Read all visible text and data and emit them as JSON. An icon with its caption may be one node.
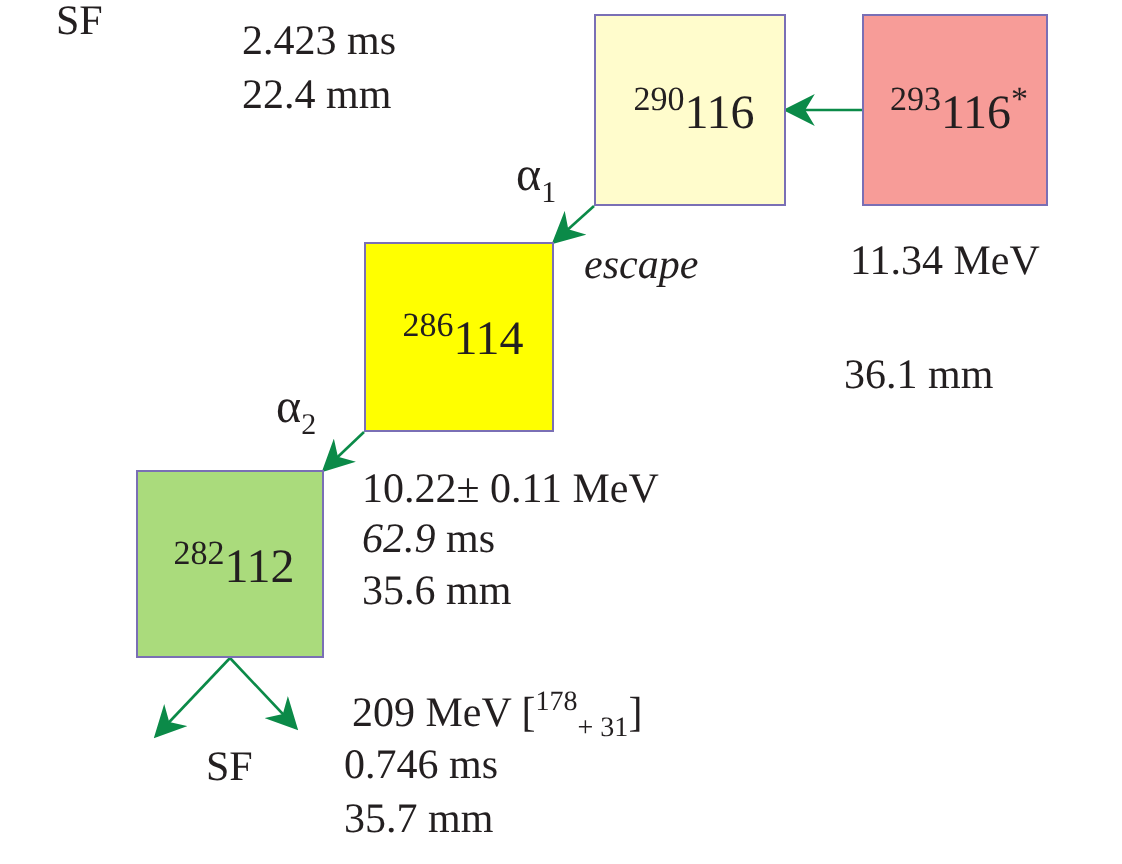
{
  "diagram": {
    "nodes": [
      {
        "text": [
          "$^{290}$116"
        ]
      },
      {
        "text": [
          "$^{293}$116$^{*}$"
        ]
      },
      {
        "text": [
          "$^{286}$114"
        ]
      },
      {
        "text": [
          "$^{282}$112"
        ]
      }
    ],
    "edges": [
      {
        "from": 1,
        "to": 0,
        "arrow": "to"
      },
      {
        "from": 0,
        "to": 2,
        "arrow": "to",
        "label": "α$_{1}$"
      },
      {
        "from": 2,
        "to": 3,
        "arrow": "to",
        "label": "α$_{2}$"
      },
      {
        "from": 3,
        "to": null,
        "arrow": "to"
      },
      {
        "from": 3,
        "to": null,
        "arrow": "to"
      }
    ],
    "labels": [
      "SF",
      "2.423 ms",
      "22.4 mm",
      "escape",
      "11.34 MeV",
      "36.1 mm",
      "10.22± 0.11 MeV",
      "*62.9* ms",
      "35.6 mm",
      "SF",
      "209 MeV [$^{178}$$_{+ 31}$]",
      "0.746 ms",
      "35.7 mm"
    ]
  }
}
